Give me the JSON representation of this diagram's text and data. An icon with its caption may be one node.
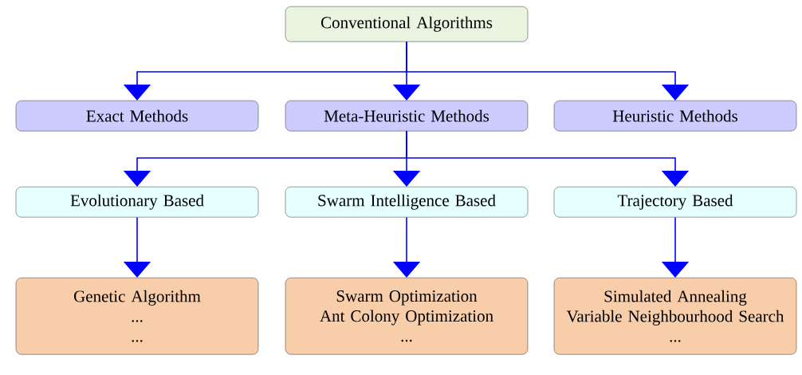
{
  "diagram": {
    "nodes": [
      {
        "text": [
          "Conventional Algorithms"
        ]
      },
      {
        "text": [
          "Exact Methods"
        ]
      },
      {
        "text": [
          "Meta-Heuristic Methods"
        ]
      },
      {
        "text": [
          "Heuristic Methods"
        ]
      },
      {
        "text": [
          "Evolutionary Based"
        ]
      },
      {
        "text": [
          "Swarm Intelligence Based"
        ]
      },
      {
        "text": [
          "Trajectory Based"
        ]
      },
      {
        "text": [
          "Genetic Algorithm",
          "...",
          "..."
        ]
      },
      {
        "text": [
          "Swarm Optimization",
          "Ant Colony Optimization",
          "..."
        ]
      },
      {
        "text": [
          "Simulated Annealing",
          "Variable Neighbourhood Search",
          "..."
        ]
      }
    ],
    "edges": [
      {
        "from": 0,
        "to": 1,
        "arrow": "to"
      },
      {
        "from": 0,
        "to": 2,
        "arrow": "to"
      },
      {
        "from": 0,
        "to": 3,
        "arrow": "to"
      },
      {
        "from": 2,
        "to": 4,
        "arrow": "to"
      },
      {
        "from": 2,
        "to": 5,
        "arrow": "to"
      },
      {
        "from": 2,
        "to": 6,
        "arrow": "to"
      },
      {
        "from": 4,
        "to": 7,
        "arrow": "to"
      },
      {
        "from": 5,
        "to": 8,
        "arrow": "to"
      },
      {
        "from": 6,
        "to": 9,
        "arrow": "to"
      }
    ]
  }
}
